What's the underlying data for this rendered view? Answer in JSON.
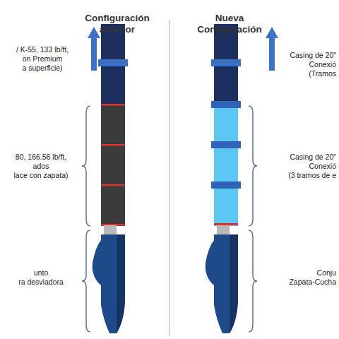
{
  "diagram": {
    "labels": [
      "Configuración anterior",
      "Nueva Configuración",
      "/ K-55, 133 lb/ft, on Premium a superficie)",
      "80, 166.56 lb/ft, ados lace con zapata)",
      "unto ra desviadora",
      "Casing de 20\" Conexió (Tramos",
      "Casing de 20\" Conexió (3 tramos de e",
      "Conju Zapata-Cucha"
    ]
  }
}
